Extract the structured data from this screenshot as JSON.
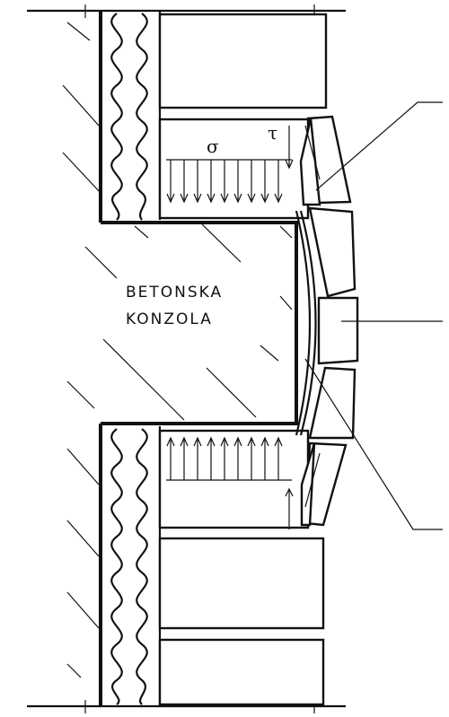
{
  "labels": {
    "line1": "BETONSKA",
    "line2": "KONZOLA",
    "sigma": "σ",
    "tau": "τ"
  },
  "colors": {
    "ink": "#111111",
    "paper": "#ffffff"
  }
}
